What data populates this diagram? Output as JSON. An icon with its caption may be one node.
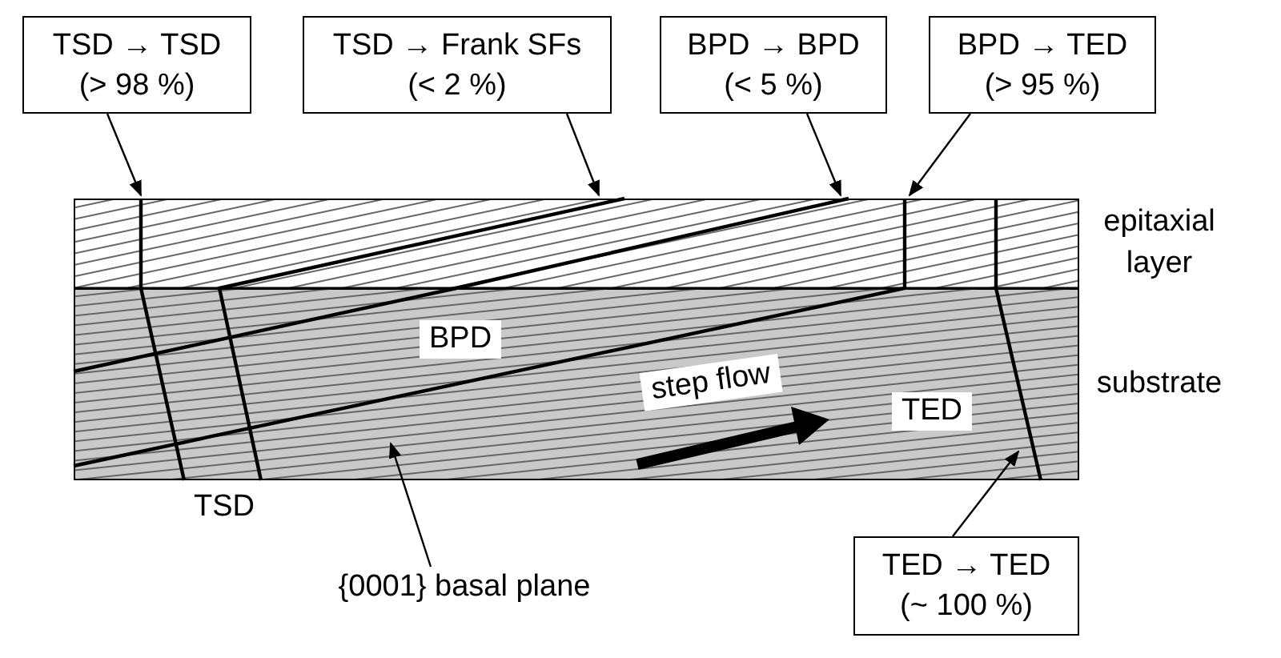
{
  "diagram": {
    "nodes": [
      {
        "text": [
          "TSD → TSD",
          "(> 98 %)"
        ]
      },
      {
        "text": [
          "TSD → Frank SFs",
          "(< 2 %)"
        ]
      },
      {
        "text": [
          "BPD → BPD",
          "(< 5 %)"
        ]
      },
      {
        "text": [
          "BPD → TED",
          "(> 95 %)"
        ]
      },
      {
        "text": [
          "TED → TED",
          "(~ 100 %)"
        ]
      },
      {
        "text": [
          "{0001} basal plane"
        ]
      },
      {
        "text": [
          "epitaxial layer"
        ]
      },
      {
        "text": [
          "substrate"
        ]
      }
    ],
    "edges": [
      {
        "from": 0,
        "to": 6,
        "arrow": "to"
      },
      {
        "from": 1,
        "to": 6,
        "arrow": "to"
      },
      {
        "from": 2,
        "to": 6,
        "arrow": "to"
      },
      {
        "from": 3,
        "to": 6,
        "arrow": "to"
      },
      {
        "from": 5,
        "to": 7,
        "arrow": "to"
      },
      {
        "from": 4,
        "to": 7,
        "arrow": "to"
      }
    ],
    "labels": [
      "BPD",
      "step flow",
      "TED",
      "TSD"
    ]
  }
}
